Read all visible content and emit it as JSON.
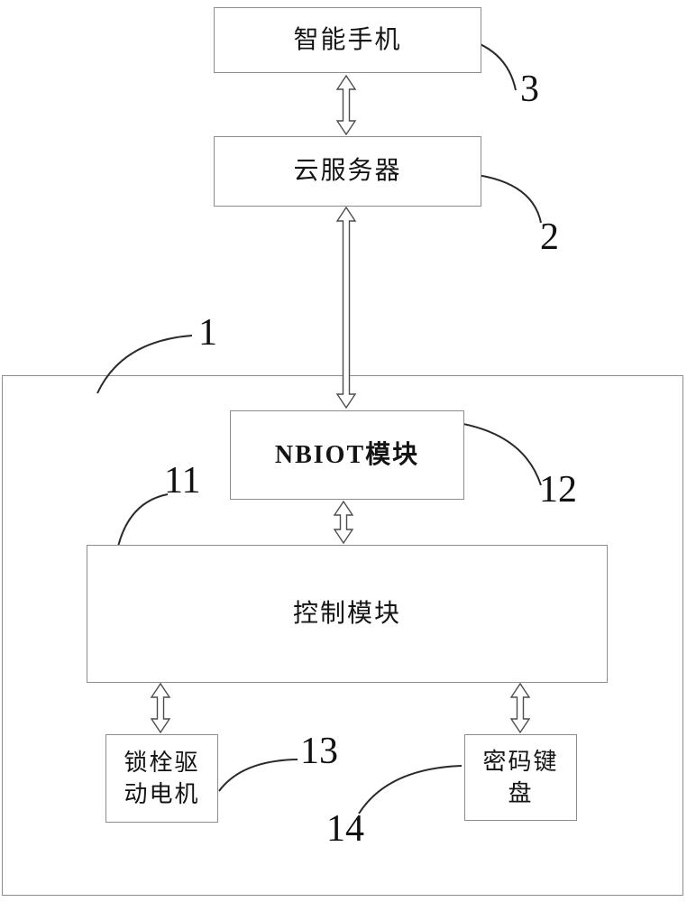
{
  "diagram": {
    "boxes": {
      "smartphone": {
        "lines": [
          "智能手机"
        ],
        "ref": "3"
      },
      "cloud_server": {
        "lines": [
          "云服务器"
        ],
        "ref": "2"
      },
      "lock_unit": {
        "ref": "1"
      },
      "nbiot_module": {
        "lines": [
          "NBIOT模块"
        ],
        "ref": "12"
      },
      "control_module": {
        "lines": [
          "控制模块"
        ],
        "ref": "11"
      },
      "bolt_drive_motor": {
        "lines": [
          "锁栓驱",
          "动电机"
        ],
        "ref": "13"
      },
      "password_keypad": {
        "lines": [
          "密码键",
          "盘"
        ],
        "ref": "14"
      }
    },
    "colors": {
      "line": "#8c8c8c",
      "text": "#141414",
      "background": "#ffffff"
    }
  }
}
